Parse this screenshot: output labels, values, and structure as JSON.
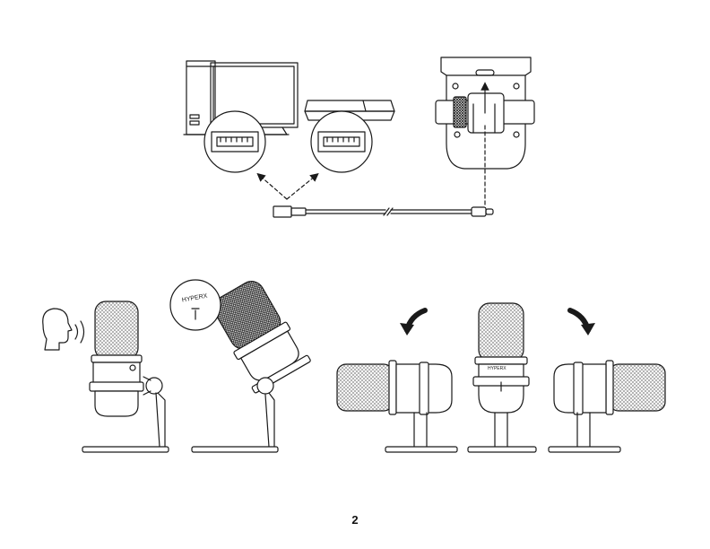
{
  "page": {
    "number": "2",
    "brand_mark": "HYPERX"
  },
  "colors": {
    "line": "#1a1a1a",
    "mesh": "#8a8a8a",
    "paper": "#ffffff"
  },
  "figures": {
    "connection_diagram": {
      "devices": [
        "computer-icon",
        "game-console-icon",
        "microphone-base-usb-c-port"
      ],
      "cable": "usb-a-to-usb-c-cable-icon",
      "port_callouts": [
        "usb-a-port-icon",
        "usb-a-port-icon"
      ]
    },
    "usage_diagram": {
      "speaker": "speaking-head-icon",
      "rotation_arrows": [
        "rotate-left-arrow-icon",
        "rotate-right-arrow-icon"
      ]
    }
  }
}
